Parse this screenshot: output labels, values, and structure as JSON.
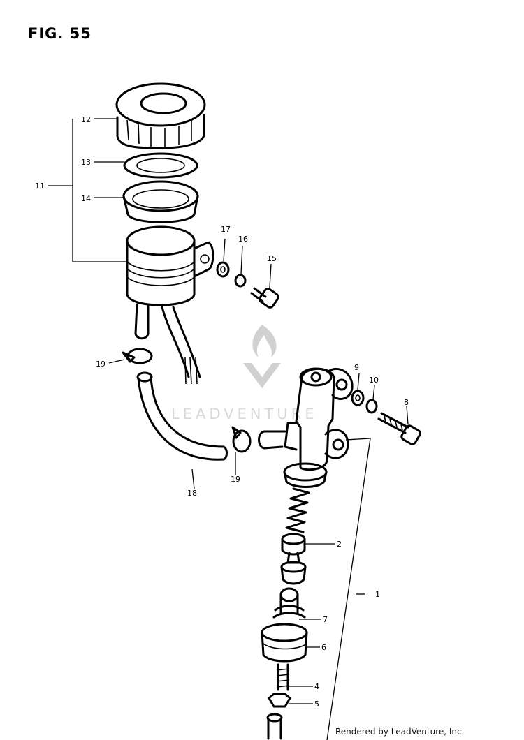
{
  "figure": {
    "title": "FIG. 55",
    "credit": "Rendered by LeadVenture, Inc.",
    "watermark": "LEADVENTURE"
  },
  "callouts": [
    {
      "id": "1",
      "label": "1"
    },
    {
      "id": "2",
      "label": "2"
    },
    {
      "id": "4",
      "label": "4"
    },
    {
      "id": "5",
      "label": "5"
    },
    {
      "id": "6",
      "label": "6"
    },
    {
      "id": "7",
      "label": "7"
    },
    {
      "id": "8",
      "label": "8"
    },
    {
      "id": "9",
      "label": "9"
    },
    {
      "id": "10",
      "label": "10"
    },
    {
      "id": "11",
      "label": "11"
    },
    {
      "id": "12",
      "label": "12"
    },
    {
      "id": "13",
      "label": "13"
    },
    {
      "id": "14",
      "label": "14"
    },
    {
      "id": "15",
      "label": "15"
    },
    {
      "id": "16",
      "label": "16"
    },
    {
      "id": "17",
      "label": "17"
    },
    {
      "id": "18",
      "label": "18"
    },
    {
      "id": "19a",
      "label": "19"
    },
    {
      "id": "19b",
      "label": "19"
    }
  ]
}
